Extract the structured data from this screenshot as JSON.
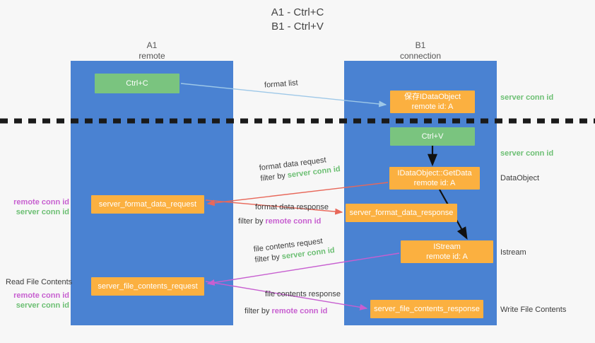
{
  "title": {
    "line1": "A1 - Ctrl+C",
    "line2": "B1 - Ctrl+V"
  },
  "columns": {
    "left": {
      "name": "A1",
      "role": "remote"
    },
    "right": {
      "name": "B1",
      "role": "connection"
    }
  },
  "boxes": {
    "ctrl_c": {
      "line1": "Ctrl+C",
      "color": "#7ac47f"
    },
    "idataobject_saved": {
      "line1": "保存IDataObject",
      "line2": "remote id: A",
      "color": "#fbb040"
    },
    "ctrl_v": {
      "line1": "Ctrl+V",
      "color": "#7ac47f"
    },
    "getdata": {
      "line1": "IDataObject::GetData",
      "line2": "remote id: A",
      "color": "#fbb040"
    },
    "server_format_data_request": {
      "line1": "server_format_data_request",
      "color": "#fbb040"
    },
    "server_format_data_response": {
      "line1": "server_format_data_response",
      "color": "#fbb040"
    },
    "istream": {
      "line1": "IStream",
      "line2": "remote id: A",
      "color": "#fbb040"
    },
    "server_file_contents_request": {
      "line1": "server_file_contents_request",
      "color": "#fbb040"
    },
    "server_file_contents_response": {
      "line1": "server_file_contents_response",
      "color": "#fbb040"
    }
  },
  "arrow_labels": {
    "format_list": "format list",
    "format_data_request": "format data request",
    "format_data_request_filter_prefix": "filter by ",
    "format_data_request_filter_value": "server conn id",
    "format_data_response": "format data response",
    "format_data_response_filter_prefix": "filter by ",
    "format_data_response_filter_value": "remote conn id",
    "file_contents_request": "file contents request",
    "file_contents_request_filter_prefix": "filter by ",
    "file_contents_request_filter_value": "server conn id",
    "file_contents_response": "file contents response",
    "file_contents_response_filter_prefix": "filter by ",
    "file_contents_response_filter_value": "remote conn id"
  },
  "side_labels": {
    "server_conn_id_top": "server conn id",
    "server_conn_id_mid": "server conn id",
    "dataobject": "DataObject",
    "istream": "Istream",
    "write_file_contents": "Write File Contents",
    "read_file_contents": "Read File Contents",
    "remote_conn_id": "remote conn id",
    "server_conn_id": "server conn id"
  },
  "colors": {
    "lane": "#4a82d2",
    "green": "#7ac47f",
    "green_text": "#6cbf73",
    "orange": "#fbb040",
    "magenta": "#c75fd0",
    "red_arrow": "#e8685a",
    "blue_arrow": "#9ec8e8",
    "dark_arrow": "#1a1a1a",
    "background": "#f7f7f7"
  }
}
